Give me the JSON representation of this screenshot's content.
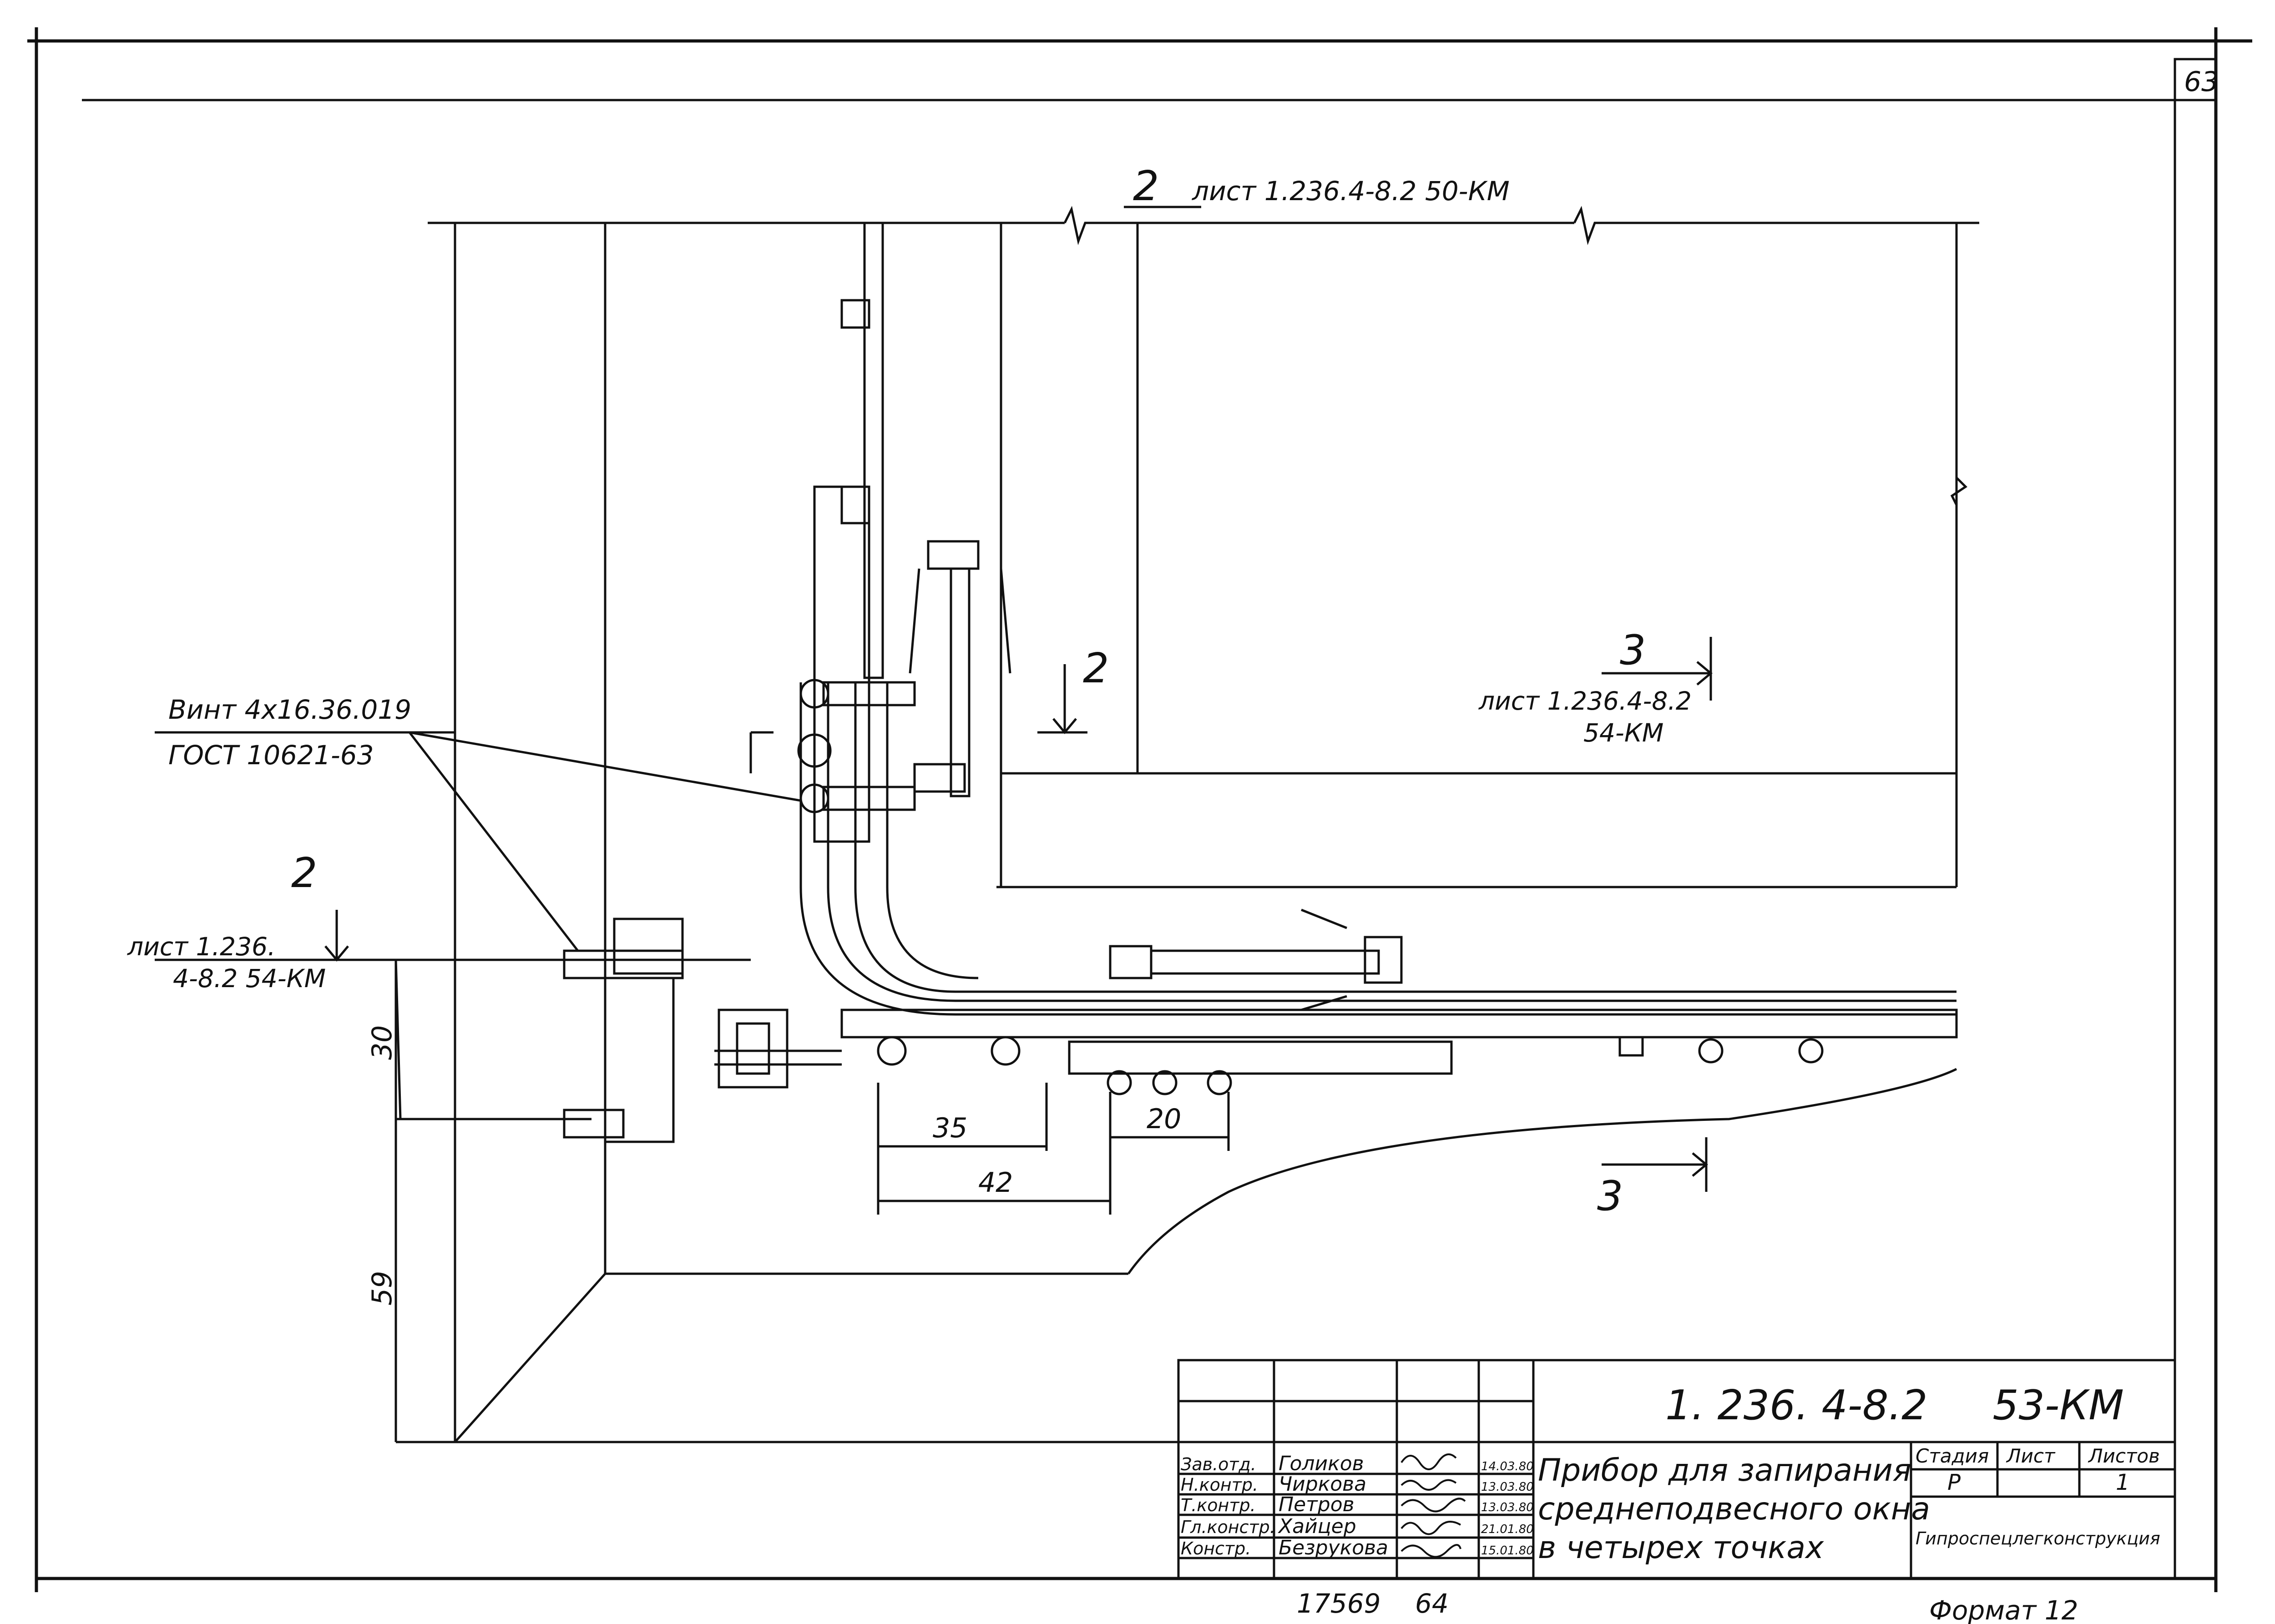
{
  "sheet": {
    "page_number": "63",
    "bottom_number_left": "17569",
    "bottom_number_right": "64",
    "bottom_format": "Формат 12"
  },
  "callouts": {
    "top_section_num": "2",
    "top_section_ref": "лист 1.236.4-8.2 50-КМ",
    "sec2_right_num": "2",
    "sec3_top_num": "3",
    "sec3_top_ref_1": "лист 1.236.4-8.2",
    "sec3_top_ref_2": "54-КМ",
    "sec2_left_num": "2",
    "sec2_left_ref_1": "лист 1.236.",
    "sec2_left_ref_2": "4-8.2 54-КМ",
    "sec3_bottom_num": "3",
    "screw_label_1": "Винт 4х16.36.019",
    "screw_label_2": "ГОСТ 10621-63"
  },
  "dimensions": {
    "d35": "35",
    "d42": "42",
    "d20": "20",
    "d30": "30",
    "d59": "59"
  },
  "title_block": {
    "doc_code": "1. 236. 4-8.2     53-КМ",
    "title_1": "Прибор для запирания",
    "title_2": "среднеподвесного окна",
    "title_3": "в четырех точках",
    "stage_header": "Стадия",
    "sheet_header": "Лист",
    "sheets_header": "Листов",
    "stage_value": "Р",
    "sheets_value": "1",
    "organization": "Гипроспецлегконструкция",
    "signers": [
      {
        "role": "Зав.отд.",
        "name": "Голиков",
        "date": "14.03.80"
      },
      {
        "role": "Н.контр.",
        "name": "Чиркова",
        "date": "13.03.80"
      },
      {
        "role": "Т.контр.",
        "name": "Петров",
        "date": "13.03.80"
      },
      {
        "role": "Гл.констр.",
        "name": "Хайцер",
        "date": "21.01.80"
      },
      {
        "role": "Констр.",
        "name": "Безрукова",
        "date": "15.01.80"
      }
    ]
  }
}
